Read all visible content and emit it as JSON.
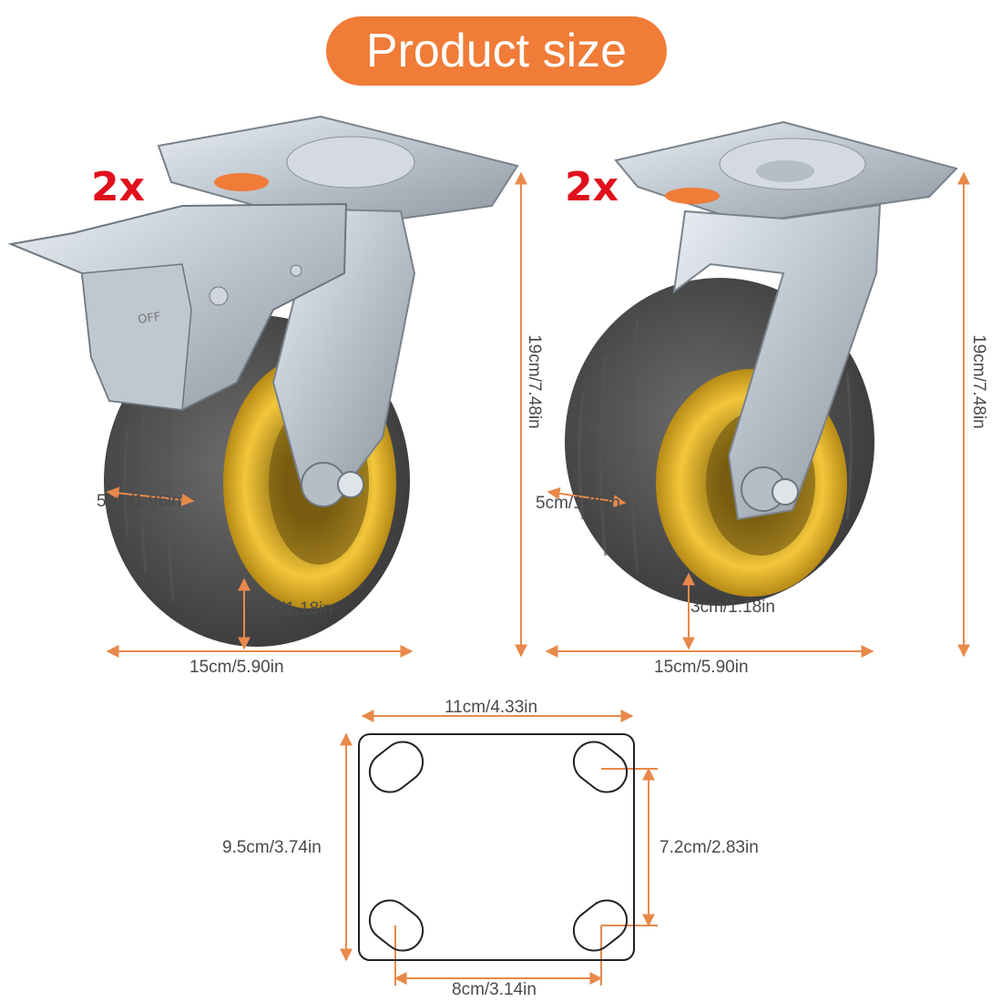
{
  "header": {
    "title": "Product size"
  },
  "colors": {
    "accent": "#f07c38",
    "quantity": "#e0101c",
    "dimension_line": "#e8894a",
    "text": "#4a4a4a"
  },
  "casters": [
    {
      "type": "swivel-with-brake",
      "quantity": "2x",
      "brake_text": "OFF",
      "height": "19cm/7.48in",
      "width": "15cm/5.90in",
      "wheel_width": "5cm/1.96in",
      "hub_offset": "3cm/1.18in"
    },
    {
      "type": "swivel",
      "quantity": "2x",
      "height": "19cm/7.48in",
      "width": "15cm/5.90in",
      "wheel_width": "5cm/1.96in",
      "hub_offset": "3cm/1.18in"
    }
  ],
  "plate": {
    "width": "11cm/4.33in",
    "height": "9.5cm/3.74in",
    "hole_spacing_vertical": "7.2cm/2.83in",
    "hole_spacing_horizontal": "8cm/3.14in"
  }
}
